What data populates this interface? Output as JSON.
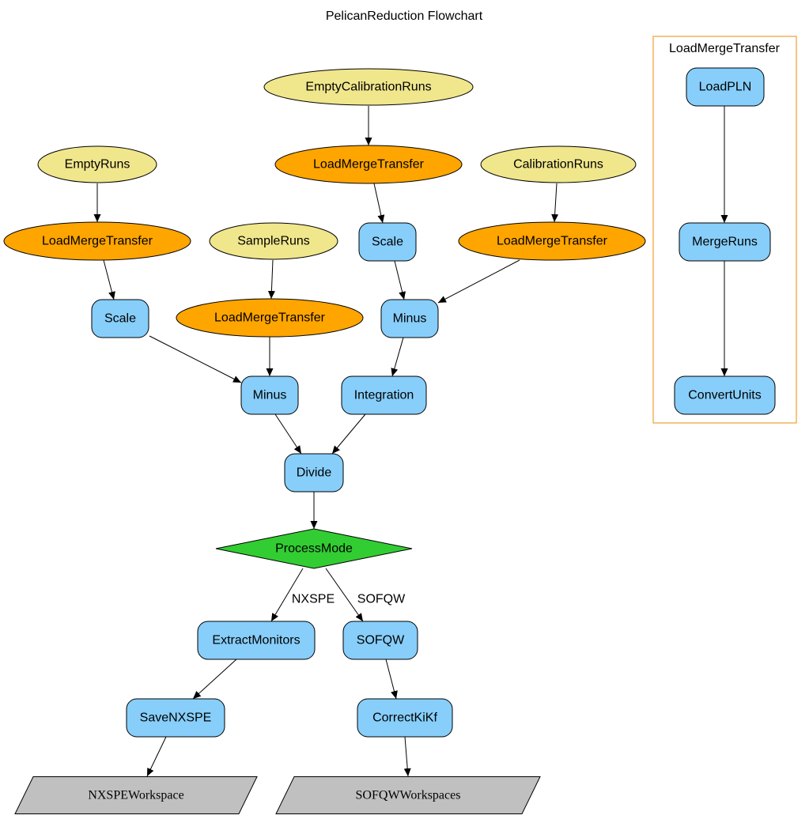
{
  "title": "PelicanReduction Flowchart",
  "colors": {
    "input": "#f0e68c",
    "load": "#ffa500",
    "algorithm": "#87cefa",
    "decision": "#32cd32",
    "output": "#c0c0c0",
    "cluster_border": "#f0a030",
    "edge": "#000000"
  },
  "cluster": {
    "label": "LoadMergeTransfer"
  },
  "nodes": {
    "empty_calibration_runs": {
      "label": "EmptyCalibrationRuns",
      "shape": "ellipse",
      "kind": "input"
    },
    "empty_runs": {
      "label": "EmptyRuns",
      "shape": "ellipse",
      "kind": "input"
    },
    "sample_runs": {
      "label": "SampleRuns",
      "shape": "ellipse",
      "kind": "input"
    },
    "calibration_runs": {
      "label": "CalibrationRuns",
      "shape": "ellipse",
      "kind": "input"
    },
    "lmt_empty_calibration": {
      "label": "LoadMergeTransfer",
      "shape": "ellipse",
      "kind": "load"
    },
    "lmt_empty": {
      "label": "LoadMergeTransfer",
      "shape": "ellipse",
      "kind": "load"
    },
    "lmt_sample": {
      "label": "LoadMergeTransfer",
      "shape": "ellipse",
      "kind": "load"
    },
    "lmt_calibration": {
      "label": "LoadMergeTransfer",
      "shape": "ellipse",
      "kind": "load"
    },
    "scale_calibration": {
      "label": "Scale",
      "shape": "rounded-rect",
      "kind": "algorithm"
    },
    "scale_empty": {
      "label": "Scale",
      "shape": "rounded-rect",
      "kind": "algorithm"
    },
    "minus_calibration": {
      "label": "Minus",
      "shape": "rounded-rect",
      "kind": "algorithm"
    },
    "minus_sample": {
      "label": "Minus",
      "shape": "rounded-rect",
      "kind": "algorithm"
    },
    "integration": {
      "label": "Integration",
      "shape": "rounded-rect",
      "kind": "algorithm"
    },
    "divide": {
      "label": "Divide",
      "shape": "rounded-rect",
      "kind": "algorithm"
    },
    "process_mode": {
      "label": "ProcessMode",
      "shape": "diamond",
      "kind": "decision"
    },
    "extract_monitors": {
      "label": "ExtractMonitors",
      "shape": "rounded-rect",
      "kind": "algorithm"
    },
    "sofqw": {
      "label": "SOFQW",
      "shape": "rounded-rect",
      "kind": "algorithm"
    },
    "save_nxspe": {
      "label": "SaveNXSPE",
      "shape": "rounded-rect",
      "kind": "algorithm"
    },
    "correct_kikf": {
      "label": "CorrectKiKf",
      "shape": "rounded-rect",
      "kind": "algorithm"
    },
    "nxspe_workspace": {
      "label": "NXSPEWorkspace",
      "shape": "parallelogram",
      "kind": "output"
    },
    "sofqw_workspaces": {
      "label": "SOFQWWorkspaces",
      "shape": "parallelogram",
      "kind": "output"
    },
    "load_pln": {
      "label": "LoadPLN",
      "shape": "rounded-rect",
      "kind": "algorithm"
    },
    "merge_runs": {
      "label": "MergeRuns",
      "shape": "rounded-rect",
      "kind": "algorithm"
    },
    "convert_units": {
      "label": "ConvertUnits",
      "shape": "rounded-rect",
      "kind": "algorithm"
    }
  },
  "edges": [
    {
      "from": "empty_calibration_runs",
      "to": "lmt_empty_calibration"
    },
    {
      "from": "empty_runs",
      "to": "lmt_empty"
    },
    {
      "from": "calibration_runs",
      "to": "lmt_calibration"
    },
    {
      "from": "sample_runs",
      "to": "lmt_sample"
    },
    {
      "from": "lmt_empty_calibration",
      "to": "scale_calibration"
    },
    {
      "from": "lmt_empty",
      "to": "scale_empty"
    },
    {
      "from": "scale_calibration",
      "to": "minus_calibration"
    },
    {
      "from": "lmt_calibration",
      "to": "minus_calibration"
    },
    {
      "from": "scale_empty",
      "to": "minus_sample"
    },
    {
      "from": "lmt_sample",
      "to": "minus_sample"
    },
    {
      "from": "minus_calibration",
      "to": "integration"
    },
    {
      "from": "minus_sample",
      "to": "divide"
    },
    {
      "from": "integration",
      "to": "divide"
    },
    {
      "from": "divide",
      "to": "process_mode"
    },
    {
      "from": "process_mode",
      "to": "extract_monitors",
      "label": "NXSPE"
    },
    {
      "from": "process_mode",
      "to": "sofqw",
      "label": "SOFQW"
    },
    {
      "from": "extract_monitors",
      "to": "save_nxspe"
    },
    {
      "from": "save_nxspe",
      "to": "nxspe_workspace"
    },
    {
      "from": "sofqw",
      "to": "correct_kikf"
    },
    {
      "from": "correct_kikf",
      "to": "sofqw_workspaces"
    },
    {
      "from": "load_pln",
      "to": "merge_runs"
    },
    {
      "from": "merge_runs",
      "to": "convert_units"
    }
  ]
}
